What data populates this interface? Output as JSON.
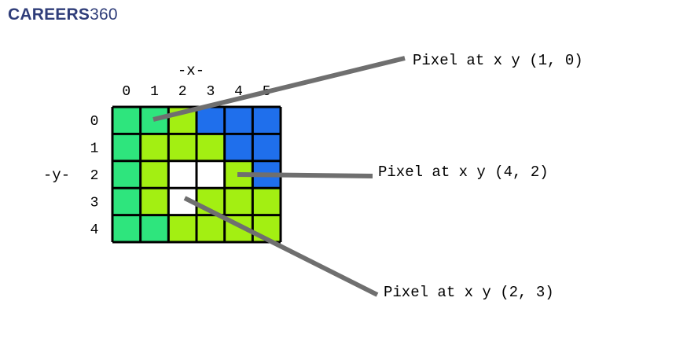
{
  "logo": {
    "brand": "CAREERS",
    "number": "360"
  },
  "axes": {
    "x_label": "-x-",
    "y_label": "-y-",
    "x_ticks": [
      "0",
      "1",
      "2",
      "3",
      "4",
      "5"
    ],
    "y_ticks": [
      "0",
      "1",
      "2",
      "3",
      "4"
    ]
  },
  "palette": {
    "green": "#2ee57d",
    "lime": "#a3ef12",
    "blue": "#1f6fec",
    "white": "#ffffff",
    "grid_border": "#000000",
    "pointer": "#6f6f6f"
  },
  "grid": [
    [
      "green",
      "green",
      "lime",
      "blue",
      "blue",
      "blue"
    ],
    [
      "green",
      "lime",
      "lime",
      "lime",
      "blue",
      "blue"
    ],
    [
      "green",
      "lime",
      "white",
      "white",
      "lime",
      "blue"
    ],
    [
      "green",
      "lime",
      "white",
      "lime",
      "lime",
      "lime"
    ],
    [
      "green",
      "green",
      "lime",
      "lime",
      "lime",
      "lime"
    ]
  ],
  "annotations": [
    {
      "text": "Pixel at x y (1, 0)",
      "target": {
        "x": 1,
        "y": 0
      }
    },
    {
      "text": "Pixel at x y (4, 2)",
      "target": {
        "x": 4,
        "y": 2
      }
    },
    {
      "text": "Pixel at x y (2, 3)",
      "target": {
        "x": 2,
        "y": 3
      }
    }
  ]
}
